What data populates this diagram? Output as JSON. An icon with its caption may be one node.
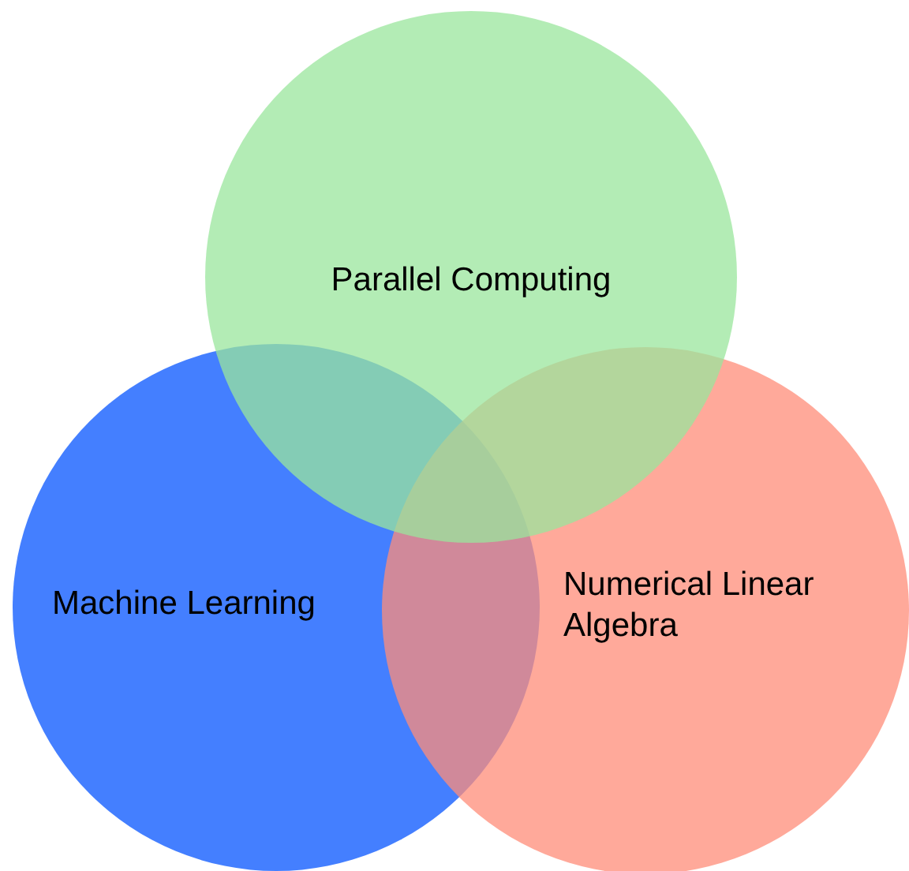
{
  "diagram": {
    "nodes": [
      {
        "text": [
          "Parallel Computing"
        ]
      },
      {
        "text": [
          "Machine Learning"
        ]
      },
      {
        "text": [
          "Numerical Linear Algebra"
        ]
      }
    ]
  }
}
